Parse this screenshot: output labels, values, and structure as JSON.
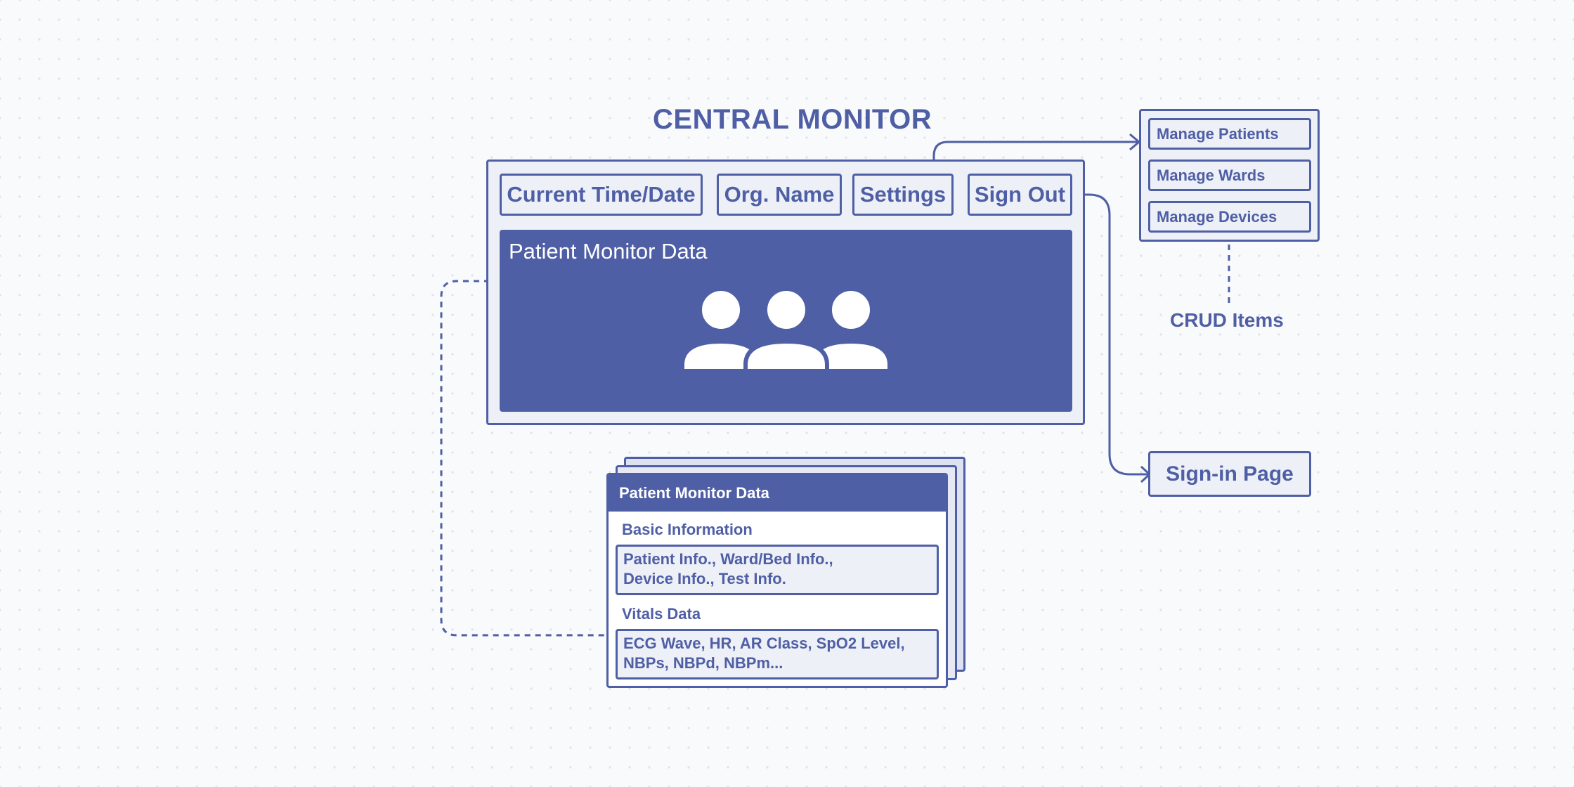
{
  "title": "CENTRAL MONITOR",
  "toolbar": {
    "time_date": "Current Time/Date",
    "org_name": "Org. Name",
    "settings": "Settings",
    "sign_out": "Sign Out"
  },
  "main_panel": {
    "title": "Patient Monitor Data",
    "icon": "group-icon"
  },
  "crud": {
    "items": [
      "Manage Patients",
      "Manage Wards",
      "Manage Devices"
    ],
    "label": "CRUD Items"
  },
  "signin": {
    "label": "Sign-in Page"
  },
  "detail_card": {
    "header": "Patient Monitor Data",
    "basic": {
      "label": "Basic Information",
      "lines": [
        "Patient Info., Ward/Bed Info.,",
        "Device Info., Test Info."
      ]
    },
    "vitals": {
      "label": "Vitals Data",
      "lines": [
        "ECG Wave, HR, AR Class, SpO2 Level,",
        "NBPs, NBPd, NBPm..."
      ]
    }
  },
  "colors": {
    "accent": "#4f5fa5",
    "panel_bg": "#eef0f7",
    "background": "#f9fafc"
  }
}
